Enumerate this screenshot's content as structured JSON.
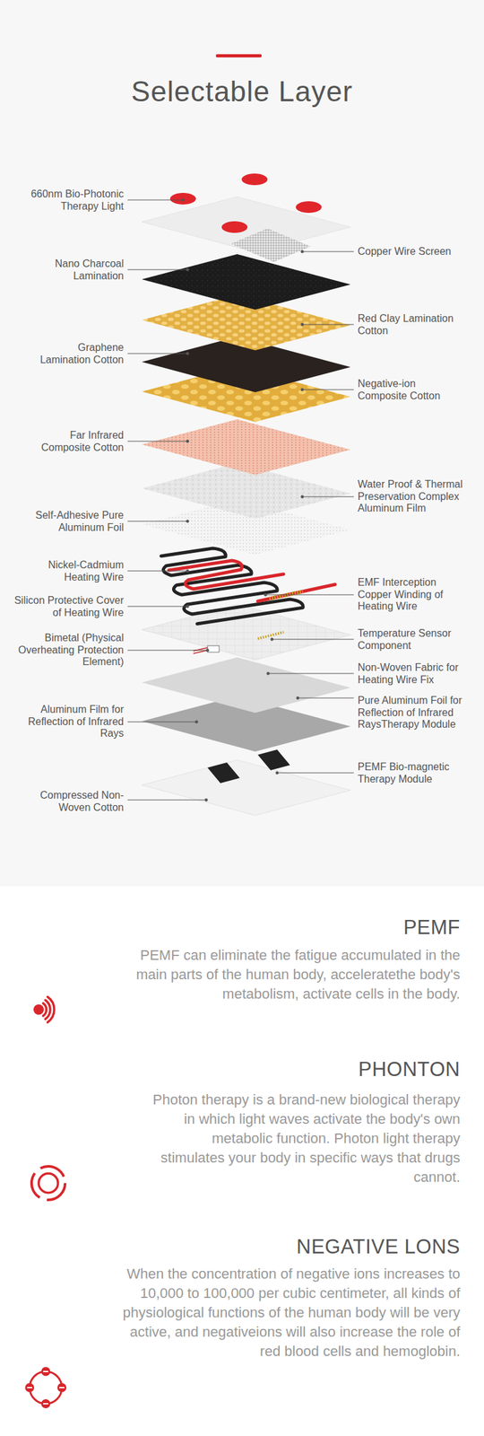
{
  "diagram": {
    "title": "Selectable Layer",
    "labels": [
      "660nm Bio-Photonic Therapy Light",
      "Copper Wire Screen",
      "Nano Charcoal Lamination",
      "Red Clay Lamination Cotton",
      "Graphene Lamination Cotton",
      "Negative-ion Composite Cotton",
      "Far Infrared Composite Cotton",
      "Water Proof & Thermal Preservation Complex Aluminum Film",
      "Self-Adhesive Pure Aluminum Foil",
      "Nickel-Cadmium Heating Wire",
      "EMF Interception Copper Winding of Heating Wire",
      "Silicon Protective Cover of Heating Wire",
      "Bimetal (Physical Overheating Protection Element)",
      "Temperature Sensor Component",
      "Non-Woven Fabric for Heating Wire Fix",
      "Aluminum Film for Reflection of Infrared Rays",
      "Pure Aluminum Foil for Reflection of Infrared RaysTherapy Module",
      "PEMF Bio-magnetic Therapy Module",
      "Compressed Non-Woven Cotton",
      "PEMF",
      "PEMF can eliminate the fatigue accumulated in the main parts of the human body, acceleratethe body's metabolism, activate cells in the body.",
      "PHONTON",
      "Photon therapy is a brand-new biological therapy in which light waves activate the body's own metabolic function. Photon light therapy stimulates your body in specific ways that drugs cannot.",
      "NEGATIVE LONS",
      "When the concentration of negative ions increases to 10,000 to 100,000 per cubic centimeter, all kinds of physiological functions of the human body will be very active, and negativeions will also increase the role of red blood cells and hemoglobin."
    ]
  }
}
